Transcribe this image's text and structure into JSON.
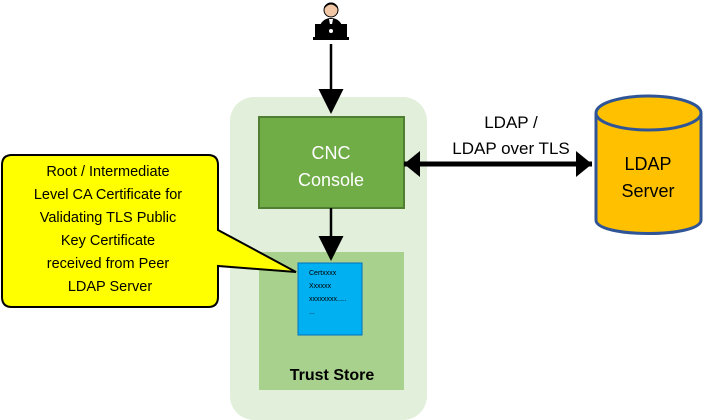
{
  "diagram": {
    "user_icon": "user-at-laptop-icon",
    "cnc_console": {
      "lines": [
        "CNC",
        "Console"
      ]
    },
    "connection": {
      "lines": [
        "LDAP /",
        "LDAP over TLS"
      ]
    },
    "ldap_server": {
      "lines": [
        "LDAP",
        "Server"
      ]
    },
    "certificate": {
      "lines": [
        "Certxxxx",
        "Xxxxxx",
        "xxxxxxxx.....",
        "..."
      ]
    },
    "trust_store": {
      "label": "Trust Store"
    },
    "callout": {
      "lines": [
        "Root / Intermediate",
        "Level CA Certificate for",
        "Validating TLS Public",
        "Key Certificate",
        "received from Peer",
        "LDAP Server"
      ]
    },
    "colors": {
      "outer_container": "#e2efda",
      "trust_store_fill": "#a9d18e",
      "cnc_fill": "#70ad47",
      "cnc_border": "#507e32",
      "certificate_fill": "#00b0f0",
      "server_fill": "#ffc000",
      "server_border": "#2f5597",
      "callout_fill": "#ffff00",
      "arrow": "#000000"
    }
  }
}
